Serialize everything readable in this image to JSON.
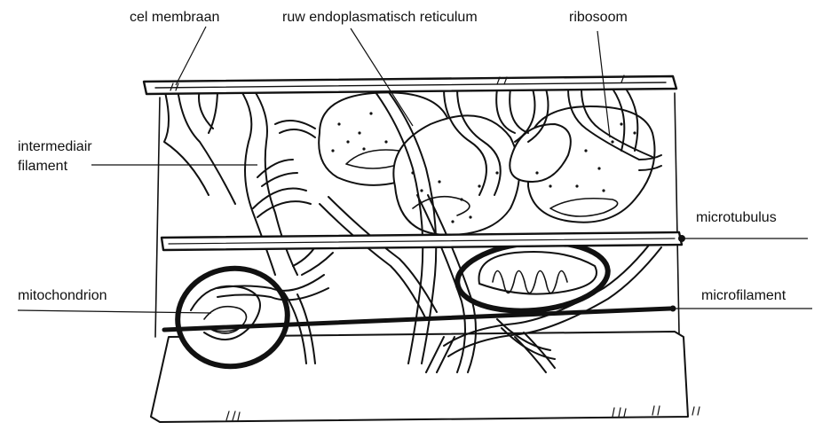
{
  "labels": {
    "cell_membrane": "cel membraan",
    "rough_er": "ruw endoplasmatisch reticulum",
    "ribosome": "ribosoom",
    "intermediate_filament_line1": "intermediair",
    "intermediate_filament_line2": "filament",
    "microtubule": "microtubulus",
    "mitochondrion": "mitochondrion",
    "microfilament": "microfilament"
  },
  "colors": {
    "ink": "#111111",
    "paper": "#ffffff"
  }
}
